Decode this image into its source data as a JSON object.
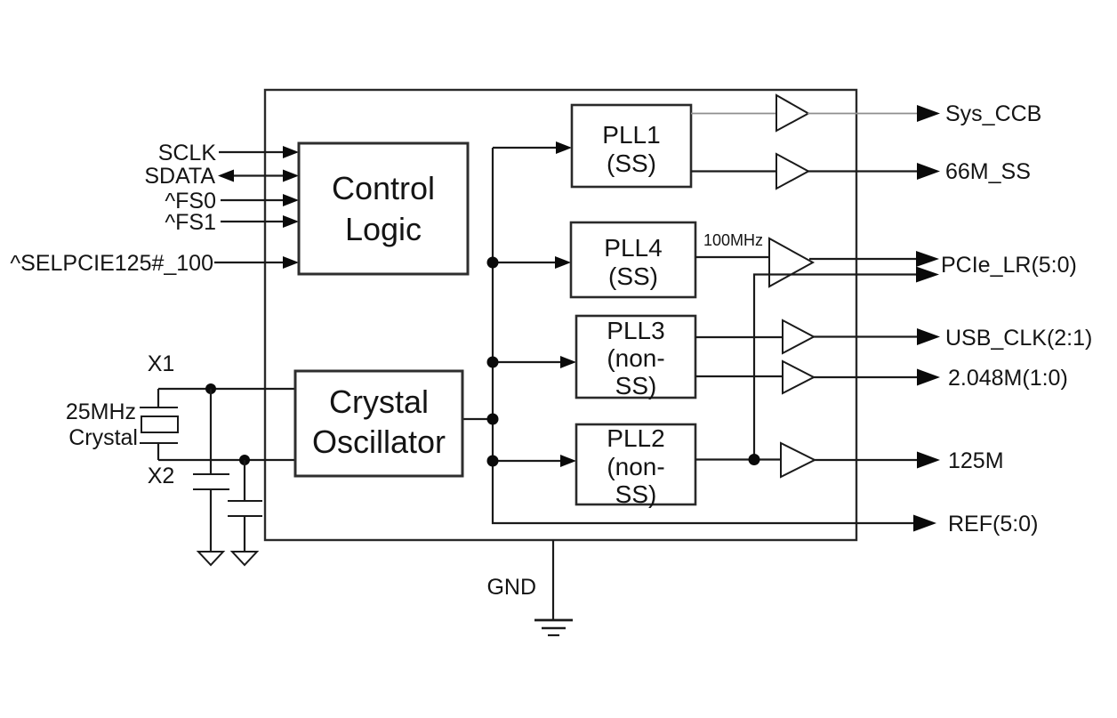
{
  "inputs": [
    {
      "label": "SCLK"
    },
    {
      "label": "SDATA"
    },
    {
      "label": "^FS0"
    },
    {
      "label": "^FS1"
    },
    {
      "label": "^SELPCIE125#_100"
    }
  ],
  "blocks": {
    "control_logic": [
      "Control",
      "Logic"
    ],
    "crystal_oscillator": [
      "Crystal",
      "Oscillator"
    ],
    "pll1": [
      "PLL1",
      "(SS)"
    ],
    "pll4": [
      "PLL4",
      "(SS)"
    ],
    "pll3": [
      "PLL3",
      "(non-",
      "SS)"
    ],
    "pll2": [
      "PLL2",
      "(non-",
      "SS)"
    ]
  },
  "outputs": [
    {
      "label": "Sys_CCB"
    },
    {
      "label": "66M_SS"
    },
    {
      "label": "PCIe_LR(5:0)"
    },
    {
      "label": "USB_CLK(2:1)"
    },
    {
      "label": "2.048M(1:0)"
    },
    {
      "label": "125M"
    },
    {
      "label": "REF(5:0)"
    }
  ],
  "annotations": {
    "pll4_output_freq": "100MHz",
    "ground": "GND",
    "crystal_pin_top": "X1",
    "crystal_pin_bottom": "X2",
    "crystal_desc": [
      "25MHz",
      "Crystal"
    ]
  },
  "colors": {
    "background": "#ffffff",
    "line": "#1a1a1a",
    "gray_line": "#8f8f8f",
    "text": "#141414"
  }
}
